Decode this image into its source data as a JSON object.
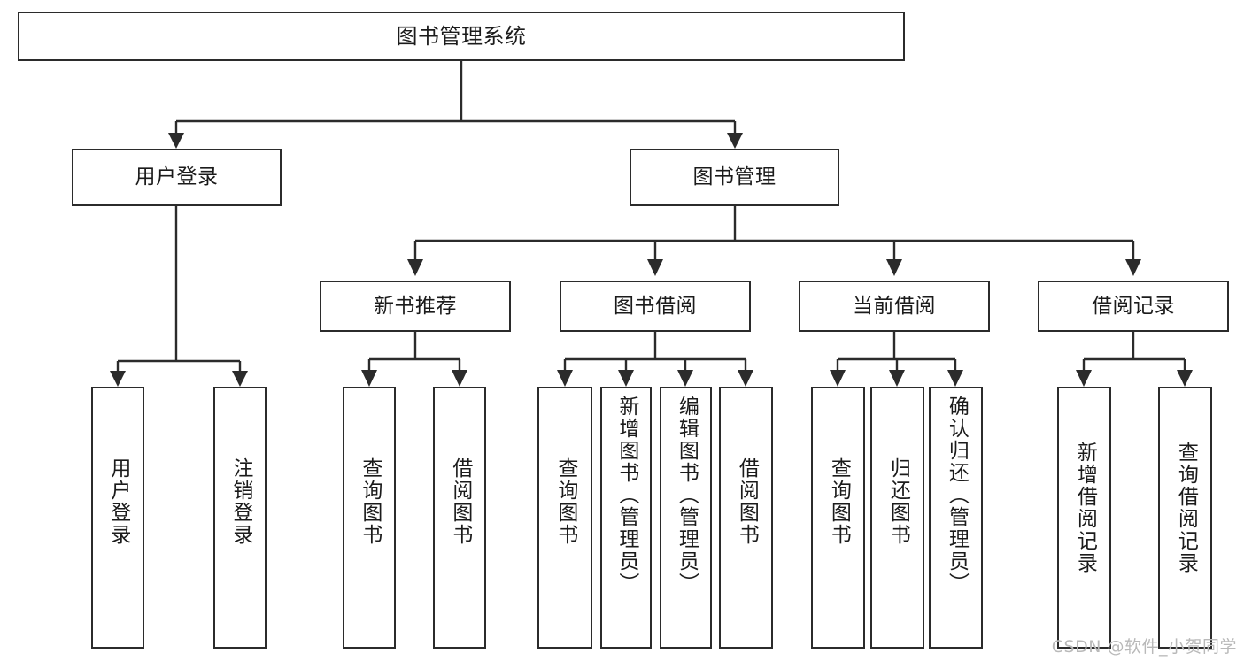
{
  "diagram": {
    "type": "tree",
    "title": "图书管理系统",
    "watermark": "CSDN @软件_小贺同学",
    "nodes": {
      "root": {
        "label": "图书管理系统"
      },
      "level2": [
        {
          "id": "user-login",
          "label": "用户登录"
        },
        {
          "id": "book-manage",
          "label": "图书管理"
        }
      ],
      "level3": [
        {
          "id": "new-book-rec",
          "label": "新书推荐"
        },
        {
          "id": "book-borrow",
          "label": "图书借阅"
        },
        {
          "id": "current-borrow",
          "label": "当前借阅"
        },
        {
          "id": "borrow-record",
          "label": "借阅记录"
        }
      ],
      "leaves": {
        "user_login": [
          {
            "id": "leaf-user-login",
            "label": "用户登录"
          },
          {
            "id": "leaf-user-logout",
            "label": "注销登录"
          }
        ],
        "new_book_rec": [
          {
            "id": "leaf-query-book-1",
            "label": "查询图书"
          },
          {
            "id": "leaf-borrow-book-1",
            "label": "借阅图书"
          }
        ],
        "book_borrow": [
          {
            "id": "leaf-query-book-2",
            "label": "查询图书"
          },
          {
            "id": "leaf-add-book",
            "label": "新增图书（管理员）"
          },
          {
            "id": "leaf-edit-book",
            "label": "编辑图书（管理员）"
          },
          {
            "id": "leaf-borrow-book-2",
            "label": "借阅图书"
          }
        ],
        "current_borrow": [
          {
            "id": "leaf-query-book-3",
            "label": "查询图书"
          },
          {
            "id": "leaf-return-book",
            "label": "归还图书"
          },
          {
            "id": "leaf-confirm-return",
            "label": "确认归还（管理员）"
          }
        ],
        "borrow_record": [
          {
            "id": "leaf-add-record",
            "label": "新增借阅记录"
          },
          {
            "id": "leaf-query-record",
            "label": "查询借阅记录"
          }
        ]
      }
    },
    "colors": {
      "stroke": "#2b2b2b",
      "fill": "#ffffff",
      "text": "#1b1b1b",
      "watermark": "#b9b9b9"
    }
  }
}
